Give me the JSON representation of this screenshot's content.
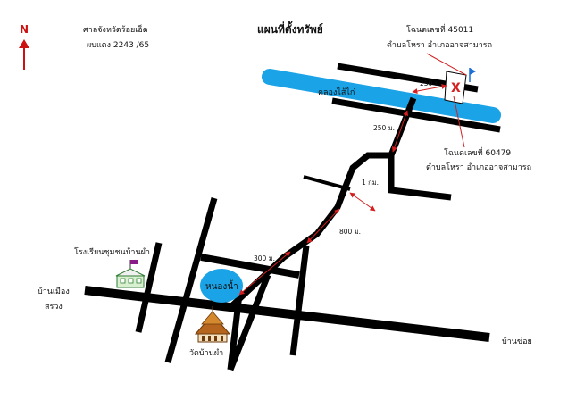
{
  "title": "แผนที่ตั้งทรัพย์",
  "court": {
    "name": "ศาลจังหวัดร้อยเอ็ด",
    "case_ref": "ผบแดง 2243 /65"
  },
  "north_label": "N",
  "deeds": [
    {
      "deed": "โฉนดเลขที่ 45011",
      "location": "ตำบลโหรา อำเภออาจสามารถ"
    },
    {
      "deed": "โฉนดเลขที่ 60479",
      "location": "ตำบลโหรา อำเภออาจสามารถ"
    }
  ],
  "places": {
    "canal": "คลองไส้ไก่",
    "pond": "หนองน้ำ",
    "school": "โรงเรียนชุมชนบ้านผำ",
    "temple": "วัดบ้านผำ",
    "village_west_line1": "บ้านเมือง",
    "village_west_line2": "สรวง",
    "village_east": "บ้านข่อย"
  },
  "distances": {
    "d1": "250 ม.",
    "d2": "250 ม.",
    "d3": "1 กม.",
    "d4": "800 ม.",
    "d5": "300 ม."
  },
  "property_mark": "X",
  "colors": {
    "road": "#000000",
    "water": "#1aa3e6",
    "pointer": "#d42020",
    "north": "#cc1111"
  }
}
